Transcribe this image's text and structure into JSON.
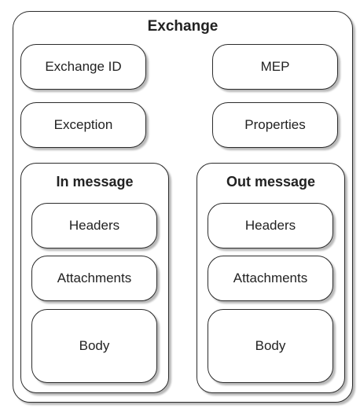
{
  "exchange": {
    "title": "Exchange",
    "exchange_id": "Exchange ID",
    "mep": "MEP",
    "exception": "Exception",
    "properties": "Properties"
  },
  "in_message": {
    "title": "In message",
    "headers": "Headers",
    "attachments": "Attachments",
    "body": "Body"
  },
  "out_message": {
    "title": "Out message",
    "headers": "Headers",
    "attachments": "Attachments",
    "body": "Body"
  }
}
